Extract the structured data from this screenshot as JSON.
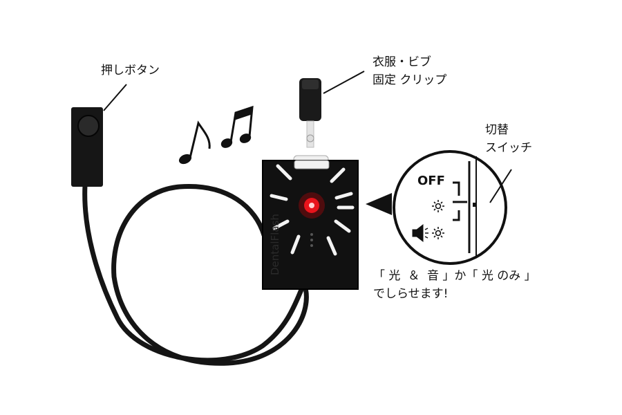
{
  "labels": {
    "push_button": "押しボタン",
    "clip_line1": "衣服・ビブ",
    "clip_line2": "固定 クリップ",
    "switch_line1": "切替",
    "switch_line2": "スイッチ",
    "note_line1": "「 光  ＆  音 」か「 光 のみ 」",
    "note_line2": "でしらせます!"
  },
  "zoom": {
    "off_label": "OFF"
  },
  "device": {
    "brand_text": "DentalFlash",
    "led_color": "#e8141c",
    "body_color": "#111111"
  },
  "icons": [
    "music-notes-icon",
    "light-icon",
    "speaker-icon"
  ]
}
